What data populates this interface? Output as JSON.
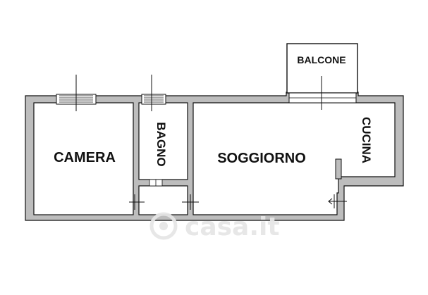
{
  "floorplan": {
    "rooms": {
      "camera": "CAMERA",
      "bagno": "BAGNO",
      "soggiorno": "SOGGIORNO",
      "cucina": "CUCINA",
      "balcone": "BALCONE"
    },
    "watermark": "casa.it"
  },
  "colors": {
    "wall": "#bdbdbd",
    "line": "#111111",
    "text": "#111111",
    "watermark": "#e6e6e6"
  }
}
